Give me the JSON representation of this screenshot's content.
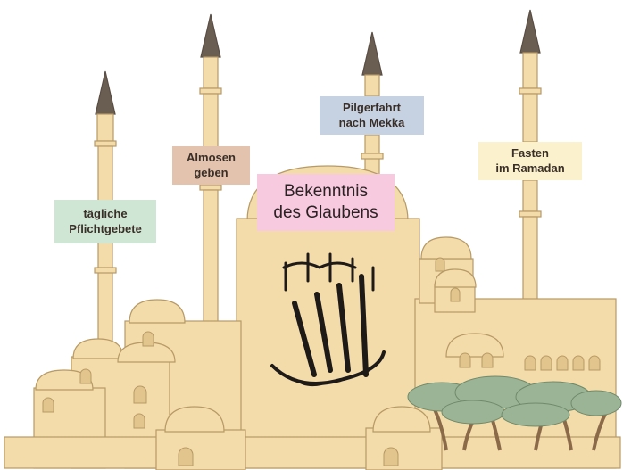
{
  "pillars": {
    "prayer": {
      "line1": "tägliche",
      "line2": "Pflichtgebete"
    },
    "alms": {
      "line1": "Almosen",
      "line2": "geben"
    },
    "pilgrimage": {
      "line1": "Pilgerfahrt",
      "line2": "nach Mekka"
    },
    "fasting": {
      "line1": "Fasten",
      "line2": "im Ramadan"
    },
    "creed": {
      "line1": "Bekenntnis",
      "line2": "des Glaubens"
    }
  },
  "colors": {
    "wall": "#f3dcaa",
    "wall_shade": "#e2c58c",
    "outline": "#b79a66",
    "spire": "#6a5d52",
    "tree_canopy": "#9cb496",
    "tree_trunk": "#8a6a48",
    "prayer_bg": "#cfe6d4",
    "alms_bg": "#e3c3ad",
    "pilgrimage_bg": "#c6d2e2",
    "fasting_bg": "#fbf1cc",
    "creed_bg": "#f7cadf"
  }
}
